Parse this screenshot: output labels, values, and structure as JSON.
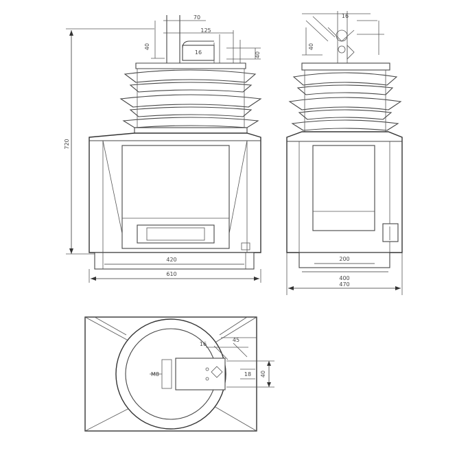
{
  "drawing": {
    "front_view": {
      "dims": {
        "top_width": "70",
        "mid_width": "125",
        "terminal": "16",
        "height_small": "40",
        "total_height": "720",
        "base_inner": "420",
        "base_outer": "610"
      }
    },
    "side_view": {
      "dims": {
        "top": "16",
        "height_small": "40",
        "base_inner": "200",
        "base_mid": "400",
        "base_outer": "470"
      }
    },
    "top_view": {
      "dims": {
        "a": "M8",
        "b": "45",
        "c": "16",
        "d": "40",
        "e": "18"
      }
    }
  }
}
